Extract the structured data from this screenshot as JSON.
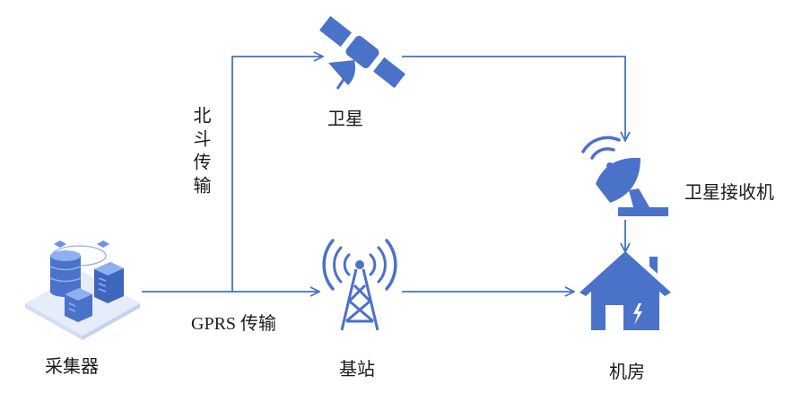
{
  "colors": {
    "line": "#4472c4",
    "icon": "#4a72c8",
    "icon_light": "#8fb0ee",
    "platform": "#e6ecfa"
  },
  "nodes": {
    "collector": {
      "label": "采集器",
      "icon": "server-cluster-icon"
    },
    "satellite": {
      "label": "卫星",
      "icon": "satellite-icon"
    },
    "receiver": {
      "label": "卫星接收机",
      "icon": "satellite-dish-icon"
    },
    "base_station": {
      "label": "基站",
      "icon": "cell-tower-icon"
    },
    "machine_room": {
      "label": "机房",
      "icon": "house-power-icon"
    }
  },
  "edges": {
    "beidou": {
      "label": "北斗传输"
    },
    "gprs": {
      "label": "GPRS 传输"
    }
  }
}
